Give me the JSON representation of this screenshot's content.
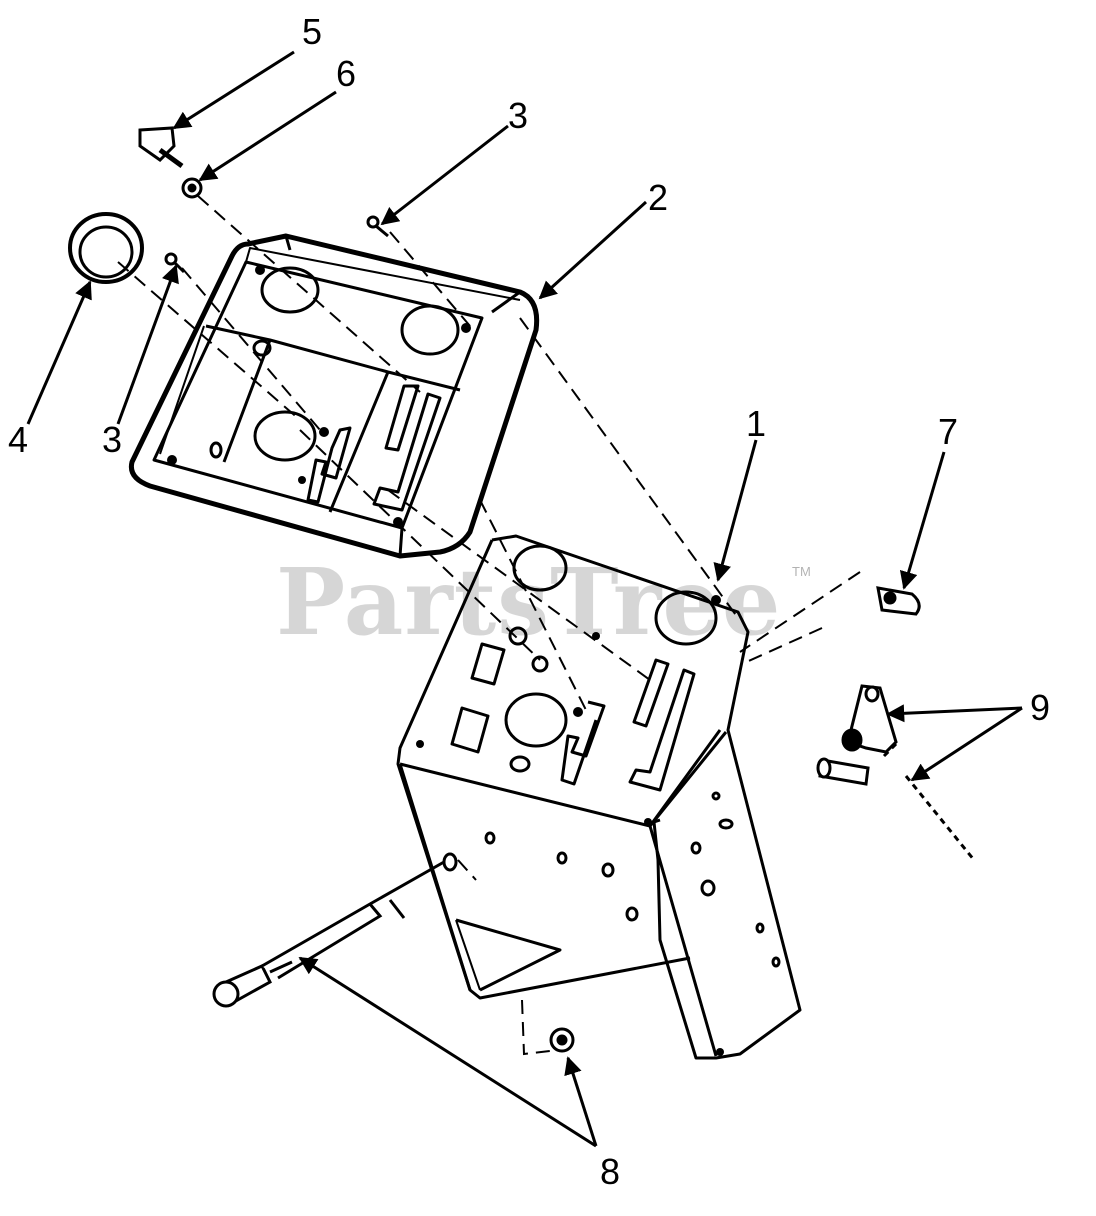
{
  "watermark": {
    "text": "PartsTree",
    "tm": "TM"
  },
  "callouts": {
    "c5": "5",
    "c6": "6",
    "c3a": "3",
    "c2": "2",
    "c4": "4",
    "c3b": "3",
    "c1": "1",
    "c7": "7",
    "c9": "9",
    "c8": "8"
  }
}
